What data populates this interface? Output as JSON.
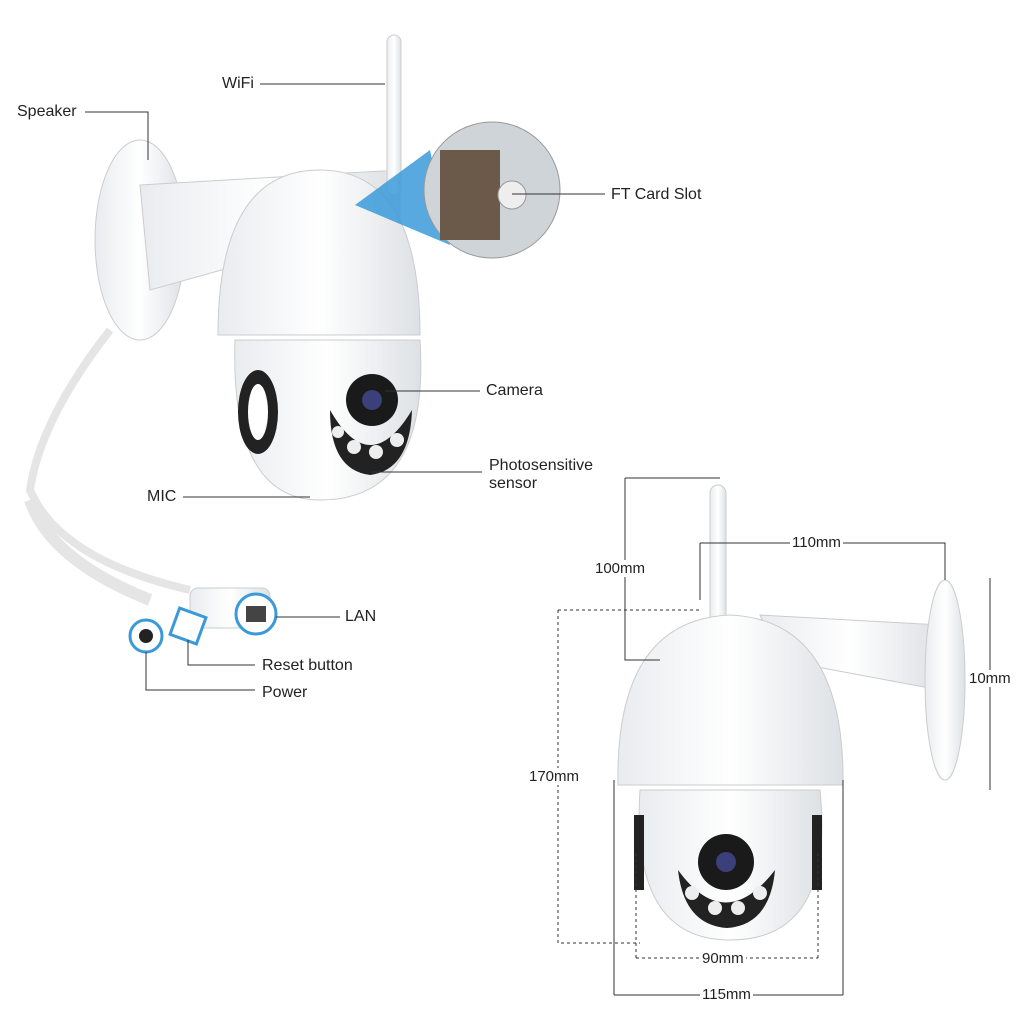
{
  "callouts": {
    "wifi": "WiFi",
    "speaker": "Speaker",
    "ft_card_slot": "FT Card Slot",
    "camera": "Camera",
    "photosensitive_sensor_line1": "Photosensitive",
    "photosensitive_sensor_line2": "sensor",
    "mic": "MIC",
    "lan": "LAN",
    "reset_button": "Reset button",
    "power": "Power"
  },
  "dimensions": {
    "antenna_height": "100mm",
    "arm_length": "110mm",
    "mount_width": "10mm",
    "total_height": "170mm",
    "inner_width": "90mm",
    "outer_width": "115mm"
  },
  "colors": {
    "accent": "#3a9ad9",
    "line": "#333333"
  }
}
